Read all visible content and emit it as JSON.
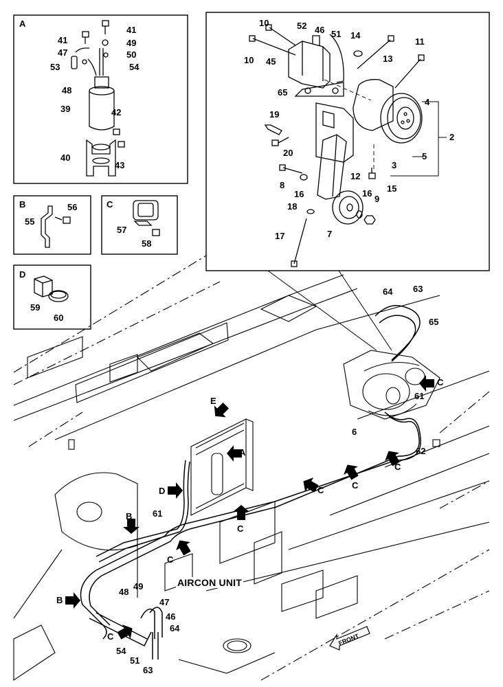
{
  "detail_views": {
    "A": {
      "id": "A",
      "callouts": [
        "41",
        "41",
        "49",
        "47",
        "50",
        "53",
        "54",
        "48",
        "39",
        "42",
        "40",
        "43"
      ]
    },
    "B": {
      "id": "B",
      "callouts": [
        "55",
        "56"
      ]
    },
    "C": {
      "id": "C",
      "callouts": [
        "57",
        "58"
      ]
    },
    "D": {
      "id": "D",
      "callouts": [
        "59",
        "60"
      ]
    }
  },
  "compressor_view": {
    "callouts": [
      "10",
      "52",
      "46",
      "51",
      "14",
      "11",
      "10",
      "45",
      "13",
      "65",
      "4",
      "2",
      "19",
      "5",
      "20",
      "3",
      "12",
      "8",
      "16",
      "15",
      "16",
      "9",
      "18",
      "17",
      "7"
    ]
  },
  "main_view": {
    "aircon_label": "AIRCON UNIT",
    "front_label": "FRONT",
    "arrow_labels": [
      "E",
      "A",
      "D",
      "B",
      "B",
      "C",
      "C",
      "C",
      "C",
      "C",
      "C",
      "C"
    ],
    "callouts": [
      "64",
      "63",
      "65",
      "61",
      "6",
      "62",
      "61",
      "48",
      "49",
      "47",
      "46",
      "54",
      "51",
      "63",
      "64"
    ]
  },
  "colors": {
    "line": "#000000",
    "background": "#ffffff"
  }
}
